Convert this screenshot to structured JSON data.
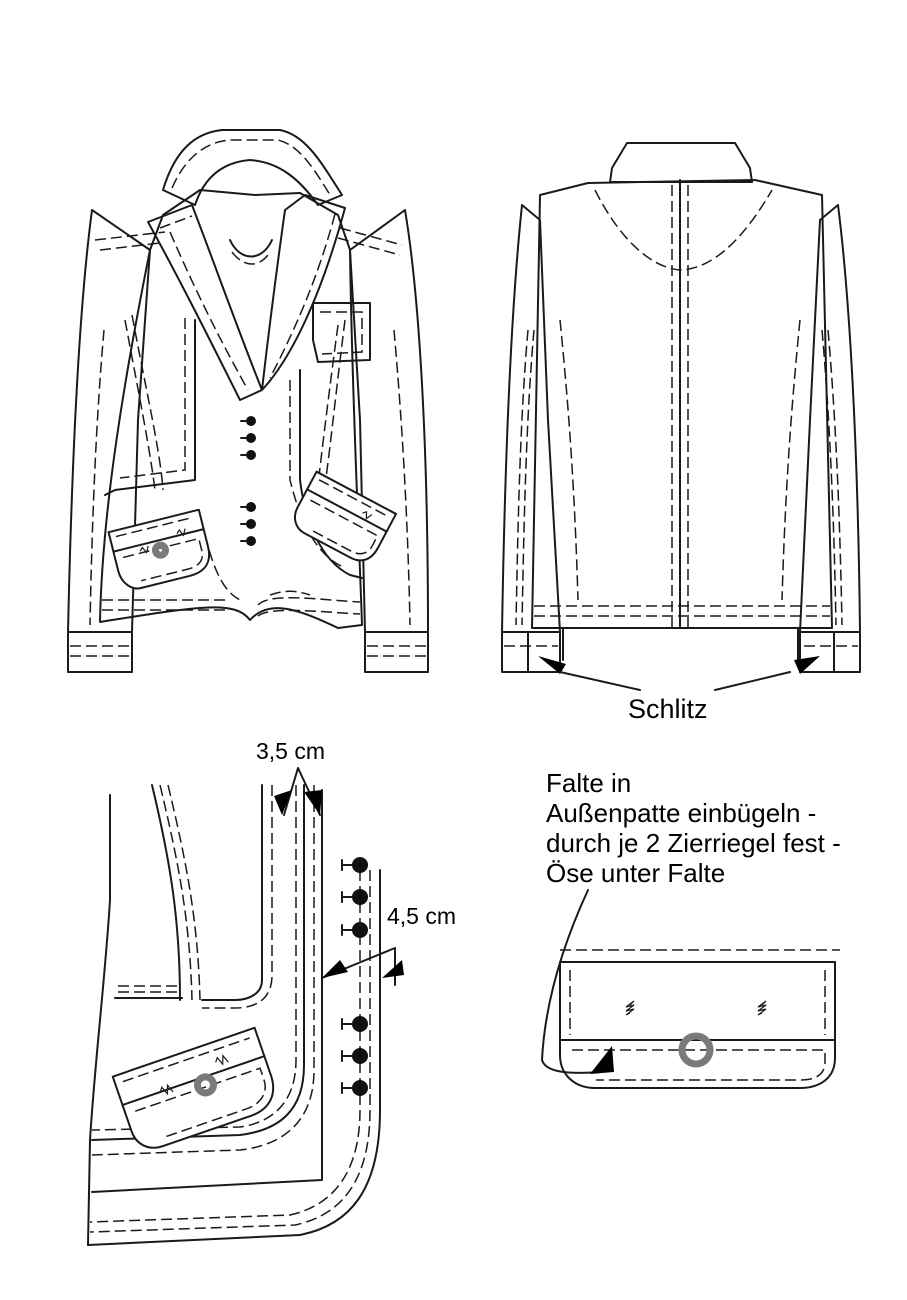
{
  "labels": {
    "schlitz": "Schlitz",
    "seam_width_collar": "3,5 cm",
    "seam_width_front": "4,5 cm"
  },
  "note": {
    "lines": [
      "Falte in",
      "Außenpatte einbügeln -",
      "durch je 2 Zierriegel fest -",
      "Öse unter Falte"
    ]
  },
  "colors": {
    "line": "#1a1a1a",
    "grommet": "#7a7a7a",
    "background": "#ffffff"
  }
}
